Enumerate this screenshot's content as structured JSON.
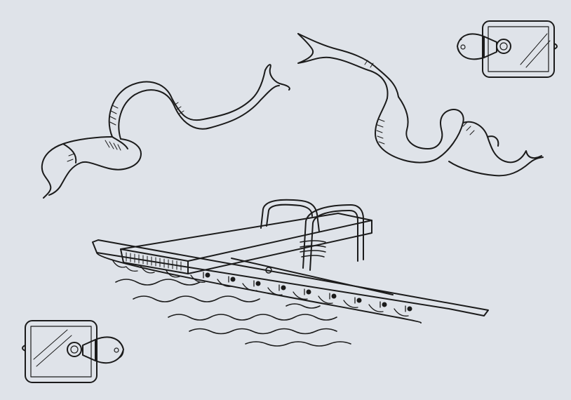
{
  "scene": {
    "paper_color": "#dfe3e9",
    "ink_color": "#1b1b1b",
    "subjects": [
      "ribbon-left",
      "ribbon-right",
      "diving-board",
      "spotlight-top-right",
      "spotlight-bottom-left",
      "water-waves"
    ]
  }
}
